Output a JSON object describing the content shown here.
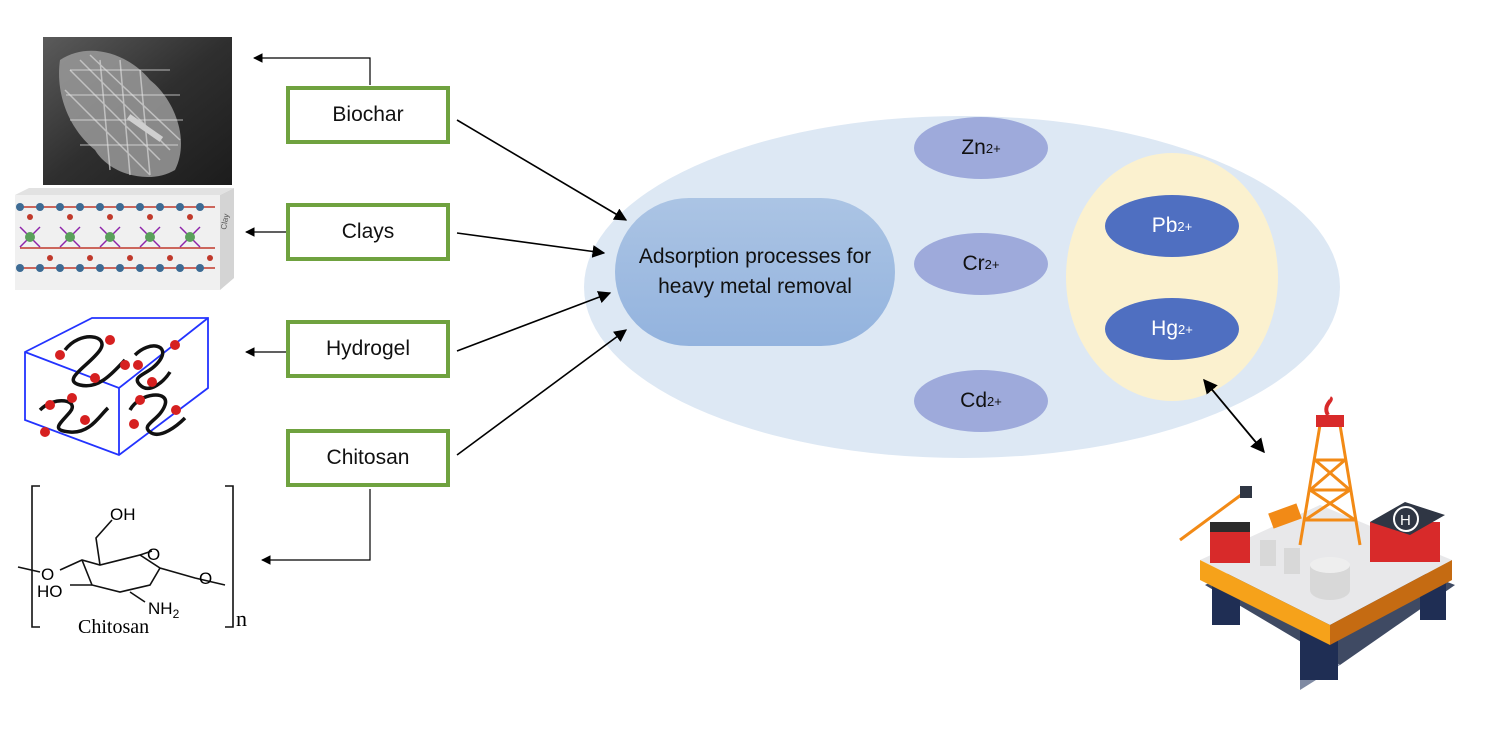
{
  "materials": [
    {
      "id": "biochar",
      "label": "Biochar"
    },
    {
      "id": "clays",
      "label": "Clays"
    },
    {
      "id": "hydrogel",
      "label": "Hydrogel"
    },
    {
      "id": "chitosan",
      "label": "Chitosan"
    }
  ],
  "center": {
    "label": "Adsorption processes for heavy metal removal"
  },
  "ions": [
    {
      "symbol": "Zn",
      "charge": "2+"
    },
    {
      "symbol": "Cr",
      "charge": "2+"
    },
    {
      "symbol": "Cd",
      "charge": "2+"
    },
    {
      "symbol": "Pb",
      "charge": "2+"
    },
    {
      "symbol": "Hg",
      "charge": "2+"
    }
  ],
  "chitosan_structure": {
    "oh_top": "OH",
    "ring_o": "O",
    "left_o": "O",
    "right_o": "O",
    "ho": "HO",
    "nh2": "NH",
    "nh2_sub": "2",
    "name": "Chitosan",
    "repeat": "n"
  },
  "clay_image_text": "Clay",
  "colors": {
    "box_border": "#6fa23f",
    "outer_ellipse": "#dde8f4",
    "inner_ellipse": "#fbf1cf",
    "center_pill": "#9fbbe1",
    "ion_light": "#9eaadb",
    "ion_dark": "#4f6fc1"
  }
}
